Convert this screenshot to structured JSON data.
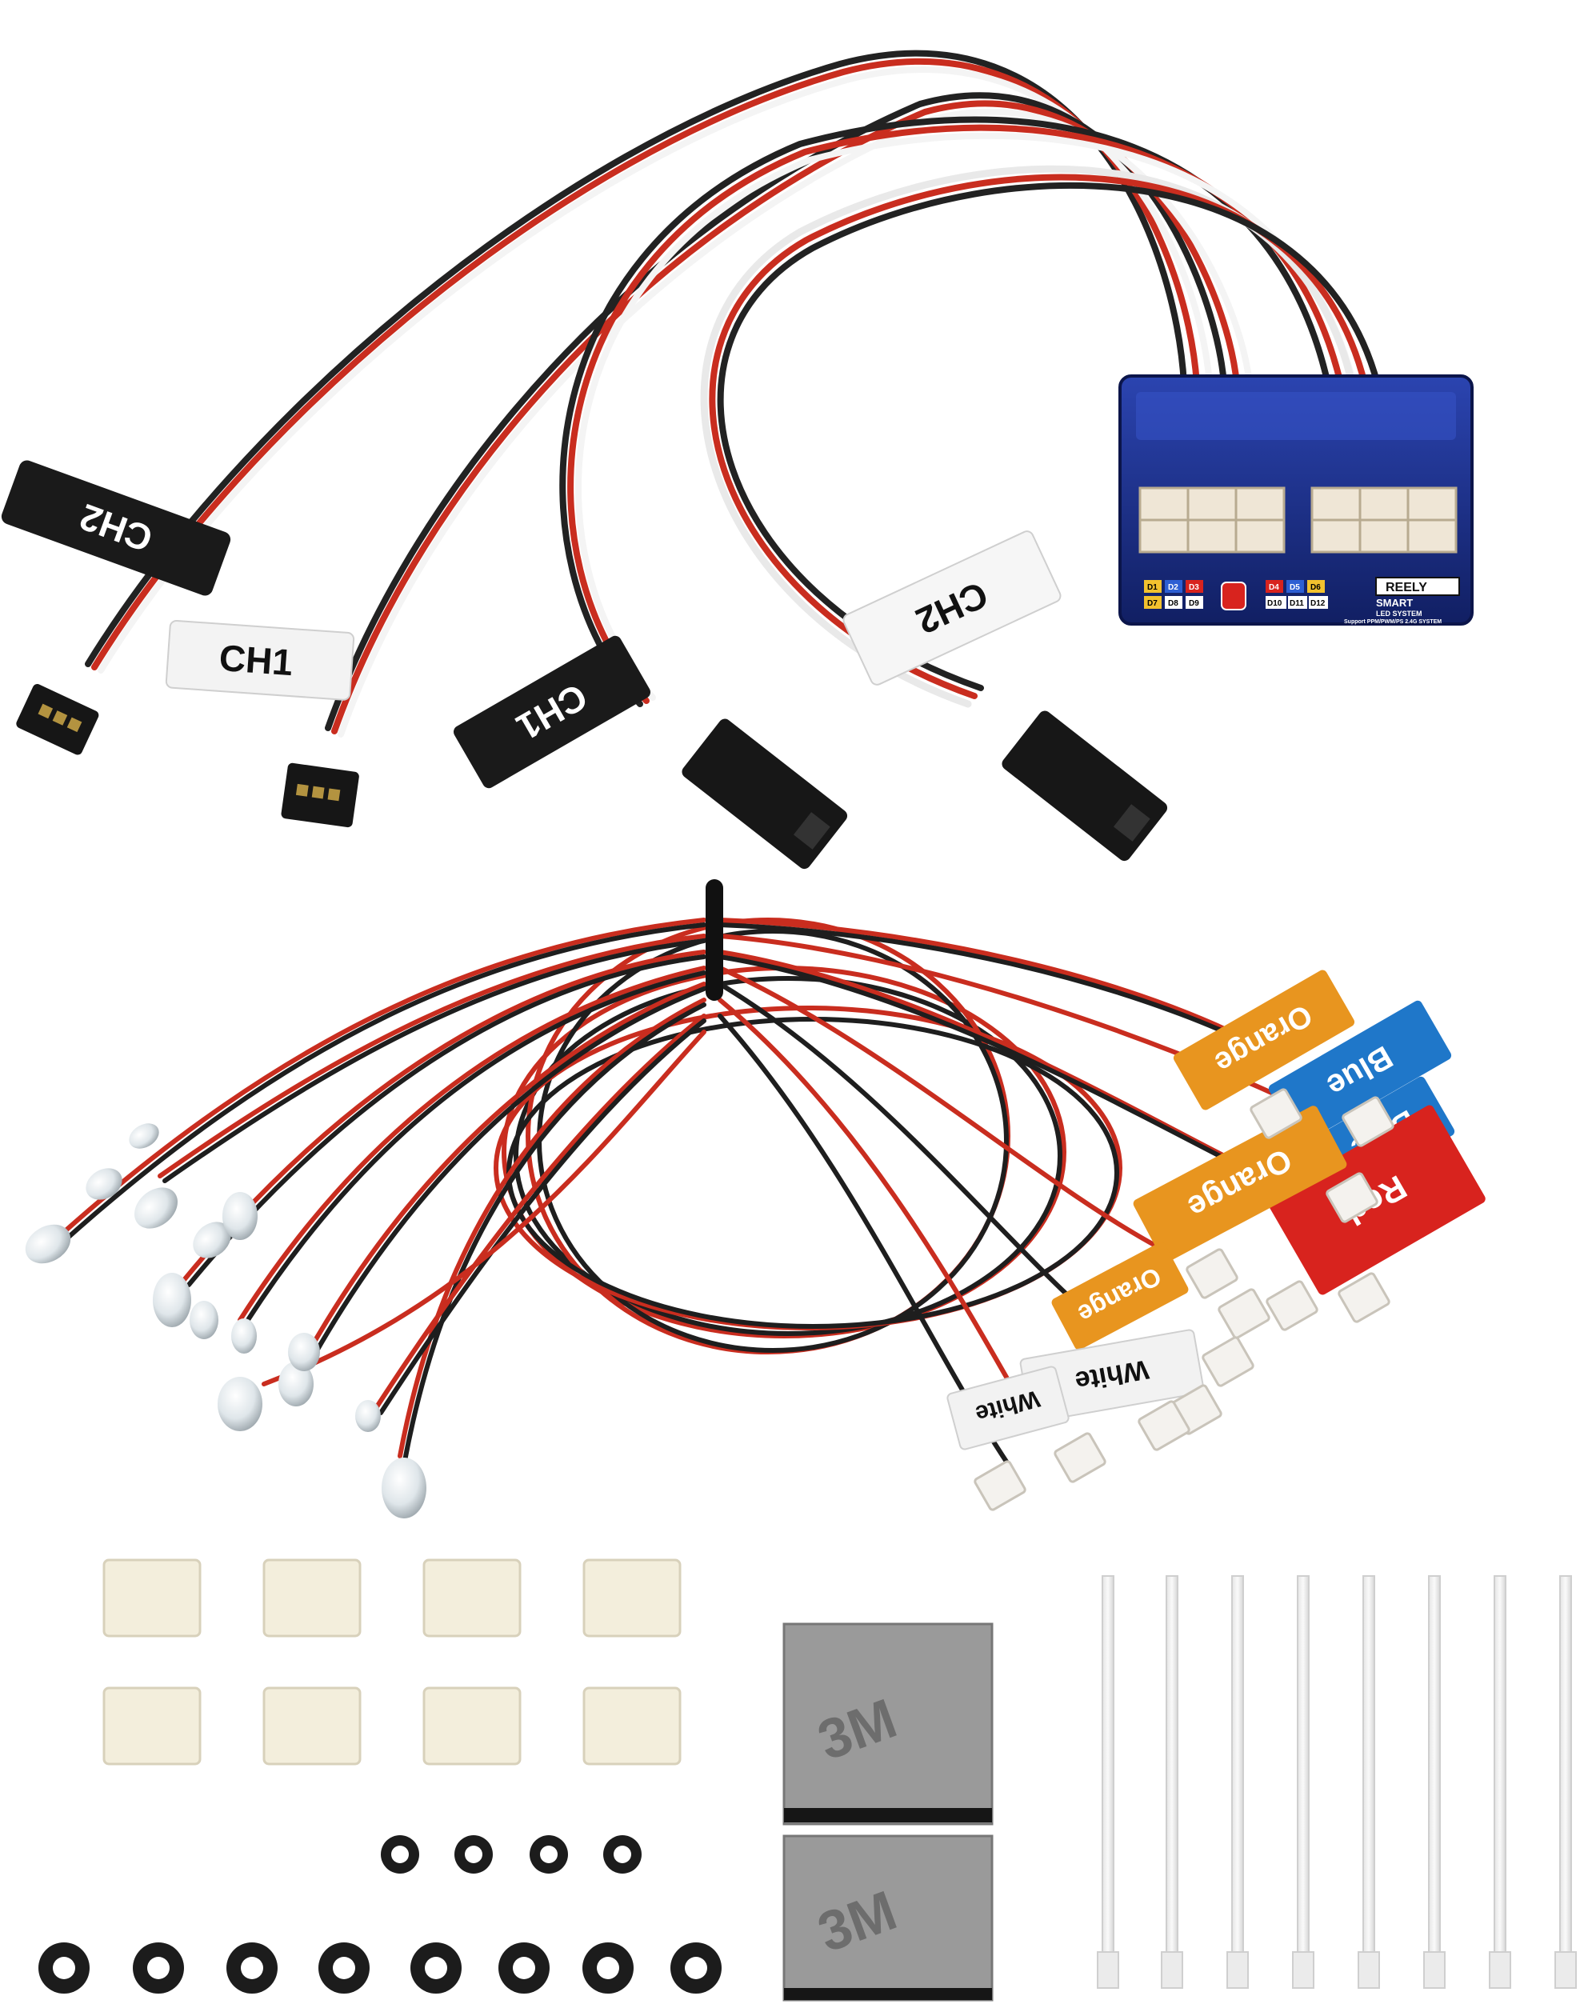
{
  "controller": {
    "brand": "REELY",
    "model": "SMART",
    "subtitle": "LED SYSTEM",
    "support_line": "Support PPM/PWM/PS 2.4G SYSTEM",
    "ports": [
      "D1",
      "D2",
      "D3",
      "D4",
      "D5",
      "D6",
      "D7",
      "D8",
      "D9",
      "D10",
      "D11",
      "D12"
    ],
    "housing_color": "#1d2f86"
  },
  "cable_labels": {
    "ch2_black": "CH2",
    "ch1_white": "CH1",
    "ch1_black": "CH1",
    "ch2_white": "CH2"
  },
  "led_tags": {
    "orange_top": "Orange",
    "blue_top": "Blue",
    "blue_second": "Blue",
    "orange_second": "Orange",
    "red_tag": "Red",
    "orange_third": "Orange",
    "white_first": "White",
    "white_second": "White"
  },
  "tag_colors": {
    "orange": "#e8951f",
    "blue": "#1f77c9",
    "red": "#d8231e",
    "white": "#f2f2f2",
    "black": "#1a1a1a"
  },
  "adhesive_pads": {
    "brand_mark": "3M"
  }
}
